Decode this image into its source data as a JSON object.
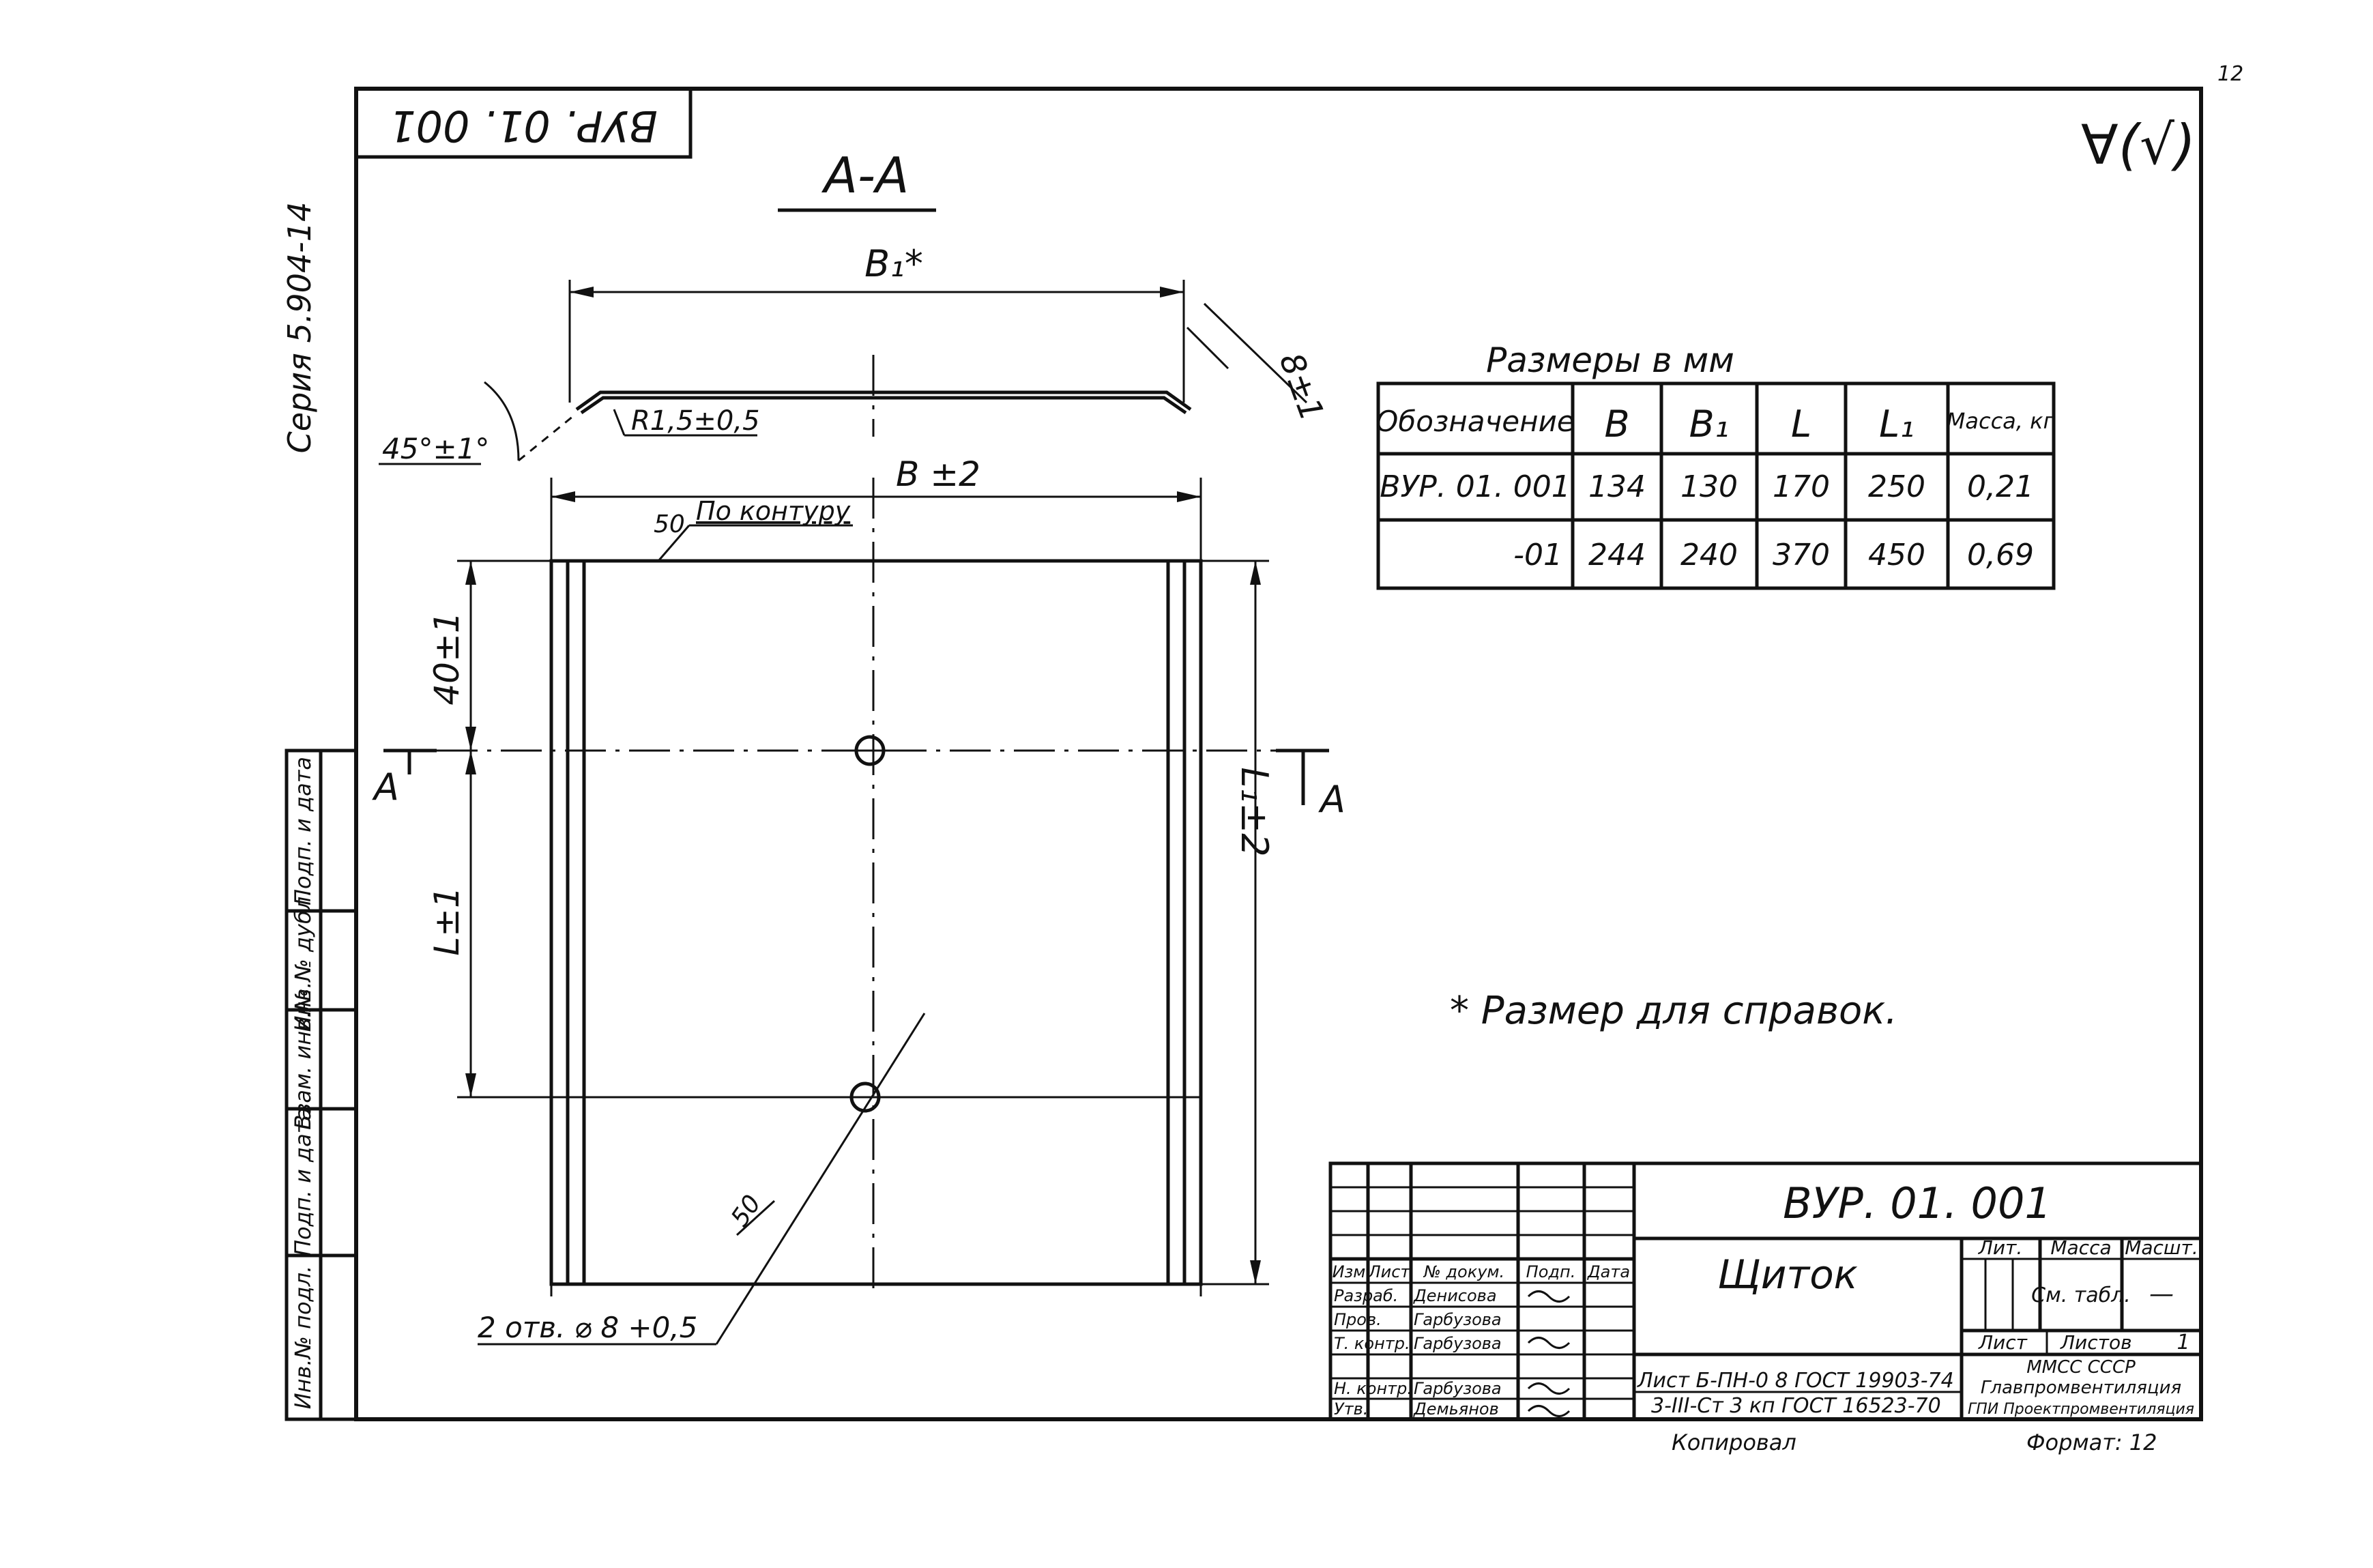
{
  "drawing": {
    "designation": "ВУР. 01. 001",
    "series_label": "Серия 5.904-14",
    "sheet_number": "12",
    "roughness_mark": "∀(√)",
    "section_title": "А-А",
    "section_marker": "А"
  },
  "dimensions": {
    "b1": "В₁*",
    "b": "В ±2",
    "bend_height": "8±1",
    "bend_radius": "R1,5±0,5",
    "angle": "45°±1°",
    "roughness_contour": "50",
    "contour_label": "По контуру",
    "top_offset": "40±1",
    "l": "L±1",
    "l1": "L₁±2",
    "hole_roughness": "50",
    "holes": "2 отв. ⌀ 8 +0,5"
  },
  "table": {
    "title": "Размеры в мм",
    "headers": [
      "Обозначение",
      "В",
      "В₁",
      "L",
      "L₁",
      "Масса, кг"
    ],
    "rows": [
      [
        "ВУР. 01. 001",
        "134",
        "130",
        "170",
        "250",
        "0,21"
      ],
      [
        "-01",
        "244",
        "240",
        "370",
        "450",
        "0,69"
      ]
    ]
  },
  "note": "* Размер для справок.",
  "side_stamp": [
    "Инв.№ подл.",
    "Подп. и дата",
    "Взам. инв.№",
    "Инв.№ дубл.",
    "Подп. и дата"
  ],
  "title_block": {
    "designation": "ВУР. 01. 001",
    "name": "Щиток",
    "col_headers": [
      "Изм",
      "Лист",
      "№ докум.",
      "Подп.",
      "Дата"
    ],
    "roles": [
      {
        "role": "Разраб.",
        "name": "Денисова"
      },
      {
        "role": "Пров.",
        "name": "Гарбузова"
      },
      {
        "role": "Т. контр.",
        "name": "Гарбузова"
      },
      {
        "role": "Н. контр.",
        "name": "Гарбузова"
      },
      {
        "role": "Утв.",
        "name": "Демьянов"
      }
    ],
    "lit_label": "Лит.",
    "mass_label": "Масса",
    "scale_label": "Масшт.",
    "mass_value": "См. табл.",
    "scale_value": "—",
    "sheet_label": "Лист",
    "sheets_label": "Листов",
    "sheets_value": "1",
    "material_line1": "Лист Б-ПН-0 8 ГОСТ 19903-74",
    "material_line2": "3-III-Ст 3 кп ГОСТ 16523-70",
    "org_line1": "ММСС СССР",
    "org_line2": "Главпромвентиляция",
    "org_line3": "ГПИ Проектпромвентиляция",
    "copied": "Копировал",
    "format": "Формат: 12"
  }
}
